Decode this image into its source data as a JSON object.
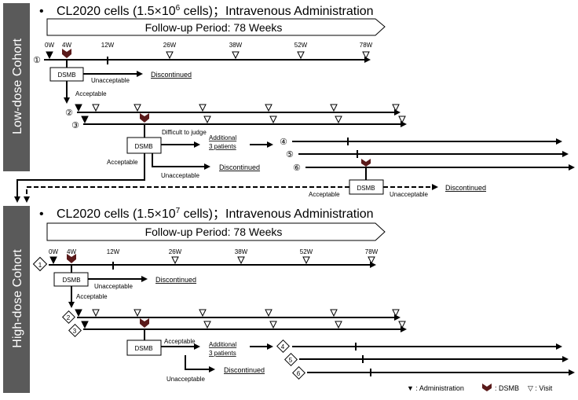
{
  "cohorts": [
    {
      "id": "low",
      "label": "Low-dose Cohort",
      "title_prefix": "CL2020 cells (1.5×10",
      "title_exp": "6",
      "title_suffix": " cells)；Intravenous Administration",
      "followup": "Follow-up Period: 78 Weeks",
      "weeks": [
        "0W",
        "4W",
        "12W",
        "26W",
        "38W",
        "52W",
        "78W"
      ],
      "patients": [
        "①",
        "②",
        "③",
        "④",
        "⑤",
        "⑥"
      ],
      "dsmb": "DSMB",
      "unacceptable": "Unacceptable",
      "acceptable": "Acceptable",
      "discontinued": "Discontinued",
      "difficult_to_judge": "Difficult to judge",
      "additional": "Additional",
      "three_patients": "3 patients"
    },
    {
      "id": "high",
      "label": "High-dose Cohort",
      "title_prefix": "CL2020 cells (1.5×10",
      "title_exp": "7",
      "title_suffix": " cells)；Intravenous Administration",
      "followup": "Follow-up Period: 78 Weeks",
      "weeks": [
        "0W",
        "4W",
        "12W",
        "26W",
        "38W",
        "52W",
        "78W"
      ],
      "patients": [
        "1",
        "2",
        "3",
        "4",
        "5",
        "6"
      ],
      "dsmb": "DSMB",
      "unacceptable": "Unacceptable",
      "acceptable": "Acceptable",
      "discontinued": "Discontinued",
      "additional": "Additional",
      "three_patients": "3 patients"
    }
  ],
  "transition": {
    "dsmb": "DSMB",
    "acceptable": "Acceptable",
    "unacceptable": "Unacceptable",
    "discontinued": "Discontinued"
  },
  "legend": {
    "administration": "▼ : Administration",
    "dsmb": ": DSMB",
    "visit": "▽ : Visit"
  },
  "colors": {
    "cohort_panel": "#5a5a5a",
    "dsmb_marker": "#5a1a1a",
    "line": "#000000"
  }
}
